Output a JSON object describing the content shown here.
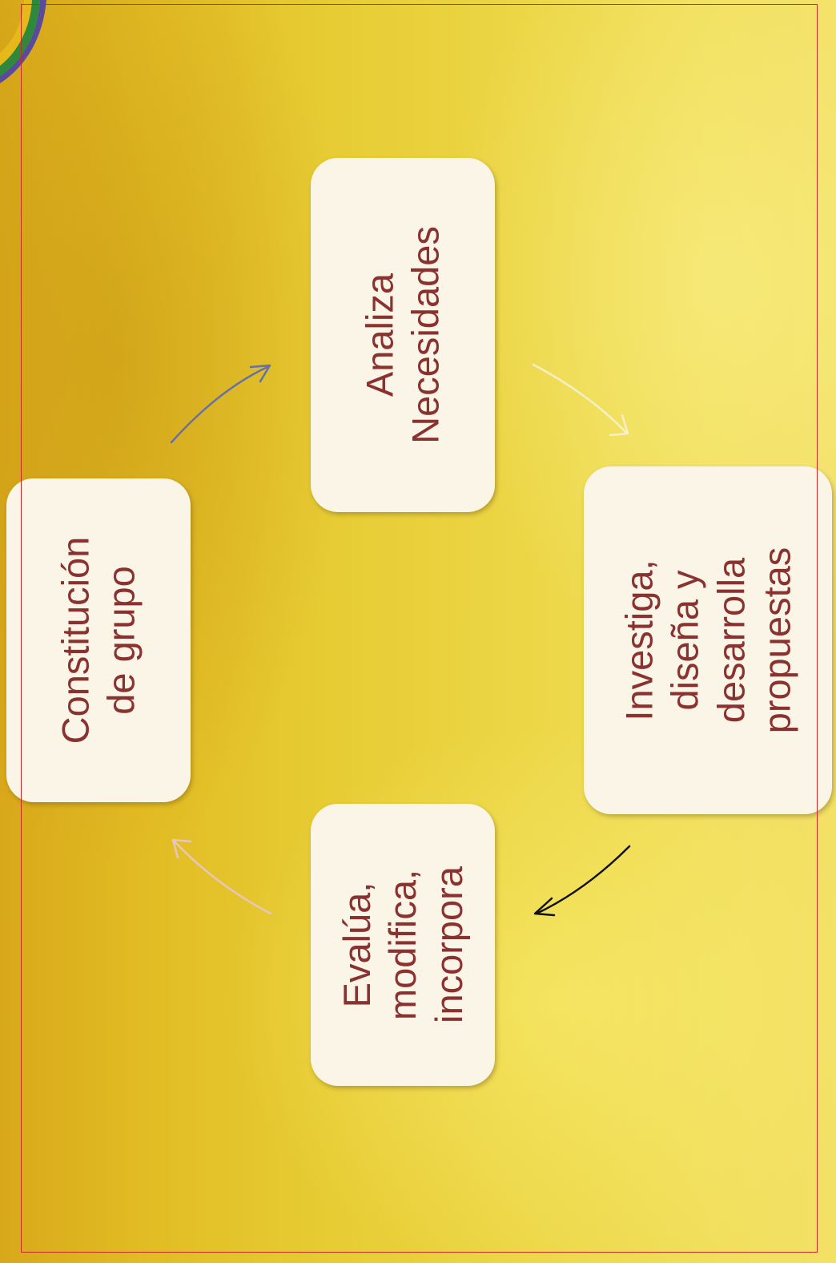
{
  "diagram": {
    "steps": [
      {
        "id": "constitucion",
        "lines": [
          "Constitución",
          "de grupo"
        ]
      },
      {
        "id": "analiza",
        "lines": [
          "Analiza",
          "Necesidades"
        ]
      },
      {
        "id": "investiga",
        "lines": [
          "Investiga,",
          "diseña y",
          "desarrolla",
          "propuestas"
        ]
      },
      {
        "id": "evalua",
        "lines": [
          "Evalúa,",
          "modifica,",
          "incorpora"
        ]
      }
    ],
    "arrows": [
      {
        "from": "constitucion",
        "to": "analiza",
        "color": "#6670a8"
      },
      {
        "from": "analiza",
        "to": "investiga",
        "color": "#f4f0cc"
      },
      {
        "from": "investiga",
        "to": "evalua",
        "color": "#111111"
      },
      {
        "from": "evalua",
        "to": "constitucion",
        "color": "#e6c6c0"
      }
    ],
    "colors": {
      "box_fill": "#faf5e6",
      "text": "#8a3230",
      "frame": "#c8282a"
    }
  }
}
